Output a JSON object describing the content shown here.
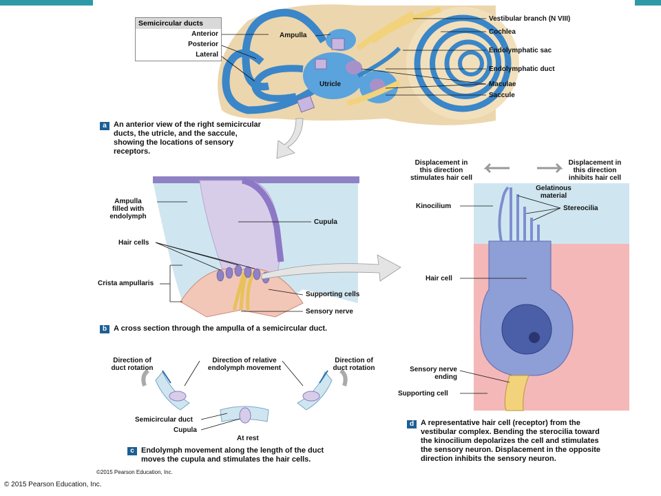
{
  "panel_a": {
    "letter": "a",
    "caption": "An anterior view of the right semicircular ducts, the utricle, and the saccule, showing the locations of sensory receptors.",
    "box_title": "Semicircular ducts",
    "box_items": [
      "Anterior",
      "Posterior",
      "Lateral"
    ],
    "labels": {
      "ampulla": "Ampulla",
      "utricle": "Utricle",
      "vestibular_branch": "Vestibular branch (N VIII)",
      "cochlea": "Cochlea",
      "endolymphatic_sac": "Endolymphatic sac",
      "endolymphatic_duct": "Endolymphatic duct",
      "maculae": "Maculae",
      "saccule": "Saccule"
    }
  },
  "panel_b": {
    "letter": "b",
    "caption": "A cross section through the ampulla of a semicircular duct.",
    "labels": {
      "ampulla_filled": [
        "Ampulla",
        "filled with",
        "endolymph"
      ],
      "cupula": "Cupula",
      "hair_cells": "Hair cells",
      "crista_ampullaris": "Crista ampullaris",
      "supporting_cells": "Supporting cells",
      "sensory_nerve": "Sensory nerve"
    }
  },
  "panel_c": {
    "letter": "c",
    "caption_lines": [
      "Endolymph movement along the length of the duct",
      "moves the cupula and stimulates the hair cells."
    ],
    "labels": {
      "duct_rotation_left": [
        "Direction of",
        "duct rotation"
      ],
      "relative_movement": [
        "Direction of relative",
        "endolymph movement"
      ],
      "duct_rotation_right": [
        "Direction of",
        "duct rotation"
      ],
      "semicircular_duct": "Semicircular duct",
      "cupula": "Cupula",
      "at_rest": "At rest"
    },
    "copyright": "©2015 Pearson Education, Inc."
  },
  "panel_d": {
    "letter": "d",
    "caption_lines": [
      "A representative hair cell (receptor) from the",
      "vestibular complex. Bending the sterocilia toward",
      "the kinocilium depolarizes the cell and stimulates",
      "the sensory neuron. Displacement in the opposite",
      "direction inhibits the sensory neuron."
    ],
    "labels": {
      "displacement_left": [
        "Displacement in",
        "this direction",
        "stimulates hair cell"
      ],
      "displacement_right": [
        "Displacement in",
        "this direction",
        "inhibits hair cell"
      ],
      "gelatinous": [
        "Gelatinous",
        "material"
      ],
      "kinocilium": "Kinocilium",
      "stereocilia": "Stereocilia",
      "hair_cell": "Hair cell",
      "sensory_nerve_ending": [
        "Sensory nerve",
        "ending"
      ],
      "supporting_cell": "Supporting cell"
    }
  },
  "footer": "© 2015 Pearson Education, Inc.",
  "colors": {
    "top_bar": "#2e9aa8",
    "duct_blue": "#3a86c8",
    "nerve_yellow": "#f2d27a",
    "bone_tan": "#e9c995",
    "endolymph_blue": "#cfe6f0",
    "cupula_purple": "#d8cde8",
    "tissue_pink": "#f4b8b8",
    "caption_tag": "#1d5f93"
  }
}
